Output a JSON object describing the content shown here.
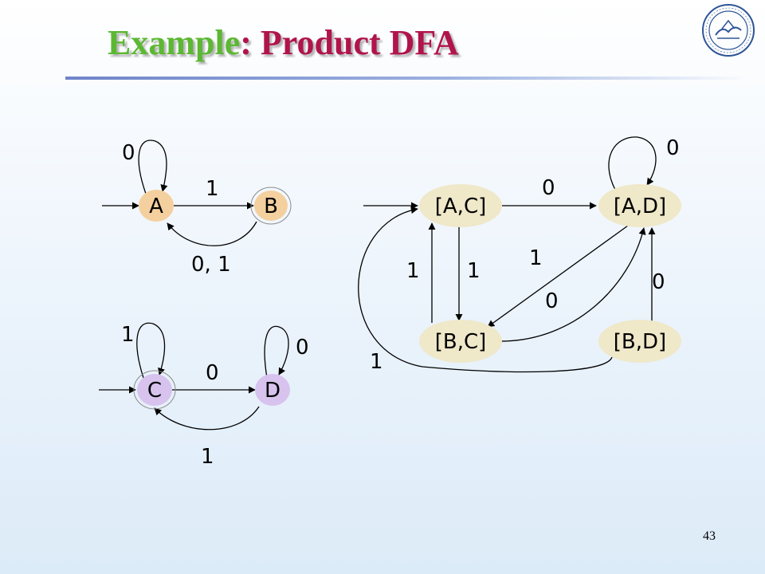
{
  "slide": {
    "title_part1": "Example",
    "title_part2": ": Product DFA",
    "page_number": "43",
    "colors": {
      "title_part1": "#5cb832",
      "title_part2": "#b0154a",
      "state_ab": "#f4d09f",
      "state_cd": "#d7c3ee",
      "state_product": "#efe8c9"
    }
  },
  "dfa1": {
    "states": {
      "A": "A",
      "B": "B"
    },
    "edges": {
      "a_loop": "0",
      "a_to_b": "1",
      "b_to_a": "0, 1"
    }
  },
  "dfa2": {
    "states": {
      "C": "C",
      "D": "D"
    },
    "edges": {
      "c_loop": "1",
      "c_to_d": "0",
      "d_loop": "0",
      "d_to_c": "1"
    }
  },
  "product": {
    "states": {
      "AC": "[A,C]",
      "AD": "[A,D]",
      "BC": "[B,C]",
      "BD": "[B,D]"
    },
    "edges": {
      "ac_to_ad": "0",
      "ad_loop": "0",
      "bc_to_ac": "1",
      "ac_to_bc": "1",
      "ad_to_bc": "1",
      "bc_to_ad": "0",
      "bd_to_ad": "0",
      "bd_to_ac": "1"
    }
  }
}
